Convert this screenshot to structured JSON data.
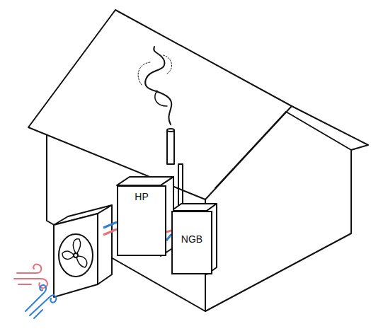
{
  "diagram": {
    "nodes": [
      {
        "text": [
          "HP"
        ]
      },
      {
        "text": [
          "NGB"
        ]
      }
    ],
    "edges": [
      {
        "from": 0,
        "to": 1,
        "arrow": "none"
      },
      {
        "from": 0,
        "to": 1,
        "arrow": "none"
      }
    ]
  }
}
